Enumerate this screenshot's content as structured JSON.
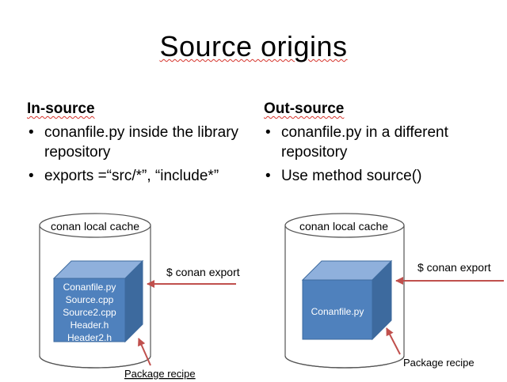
{
  "slide": {
    "title": "Source origins",
    "left": {
      "heading": "In-source",
      "bullets": [
        "conanfile.py inside the library repository",
        "exports =“src/*”, “include*”"
      ],
      "diagram": {
        "cache_label": "conan local cache",
        "box_lines": [
          "Conanfile.py",
          "Source.cpp",
          "Source2.cpp",
          "Header.h",
          "Header2.h"
        ],
        "command": "$ conan export",
        "recipe_label": "Package recipe"
      }
    },
    "right": {
      "heading": "Out-source",
      "bullets": [
        "conanfile.py in a different repository",
        "Use method source()"
      ],
      "diagram": {
        "cache_label": "conan local cache",
        "box_lines": [
          "Conanfile.py"
        ],
        "command": "$ conan export",
        "recipe_label": "Package recipe"
      }
    }
  },
  "colors": {
    "box_front": "#4f81bd",
    "box_top": "#8fb0dc",
    "box_side": "#3d6a9e",
    "arrow": "#c0504d",
    "squiggle": "#d6342c"
  }
}
